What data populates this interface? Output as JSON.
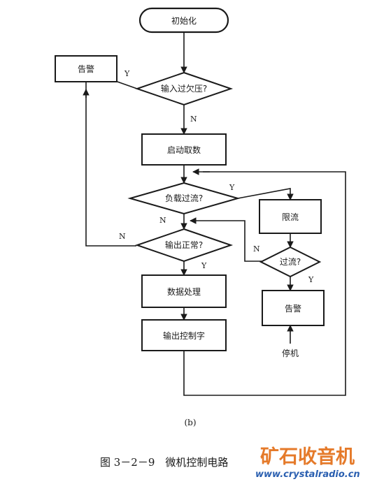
{
  "flowchart": {
    "nodes": {
      "start": "初始化",
      "alarm_left": "告警",
      "input_check": "输入过欠压?",
      "start_transfer": "启动取数",
      "negative_overcurrent": "负载过流?",
      "limit_current": "限流",
      "output_normal": "输出正常?",
      "overcurrent_check": "过流?",
      "data_processing": "数据处理",
      "alarm_right": "告警",
      "output_control_word": "输出控制字",
      "shutdown": "停机"
    },
    "edge_labels": {
      "input_yes": "Y",
      "input_no": "N",
      "neg_yes": "Y",
      "neg_no": "N",
      "out_no": "N",
      "out_yes": "Y",
      "over_no": "N",
      "over_yes": "Y"
    }
  },
  "subfigure_label": "(b)",
  "caption": "图 3－2－9　微机控制电路",
  "watermark": {
    "text": "矿石收音机",
    "url": "www.crystalradio.cn"
  }
}
